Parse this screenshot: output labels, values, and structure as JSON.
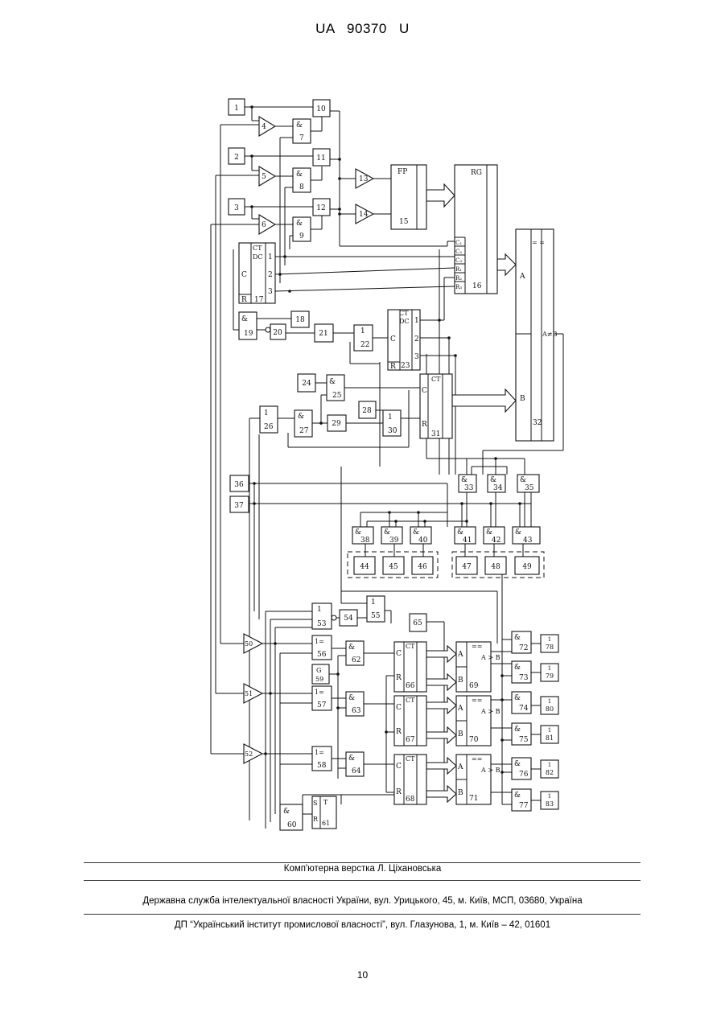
{
  "header": {
    "document_number": "UA   90370   U"
  },
  "diagram": {
    "blocks": {
      "b1": "1",
      "b2": "2",
      "b3": "3",
      "b4": "4",
      "b5": "5",
      "b6": "6",
      "b7_sym": "&",
      "b7": "7",
      "b8_sym": "&",
      "b8": "8",
      "b9_sym": "&",
      "b9": "9",
      "b10": "10",
      "b11": "11",
      "b12": "12",
      "b13": "13",
      "b14": "14",
      "b15_head": "FP",
      "b15": "15",
      "b16_head": "RG",
      "b16": "16",
      "b16_pins": [
        "C₁",
        "C₂",
        "C₃",
        "R₁",
        "R₂",
        "R₃"
      ],
      "b17_head": "CT",
      "b17_sub": "DC",
      "b17_c": "C",
      "b17_r": "R",
      "b17": "17",
      "b17_out": [
        "1",
        "2",
        "3"
      ],
      "b18": "18",
      "b19_sym": "&",
      "b19": "19",
      "b20": "20",
      "b21": "21",
      "b22_sym": "1",
      "b22": "22",
      "b23_head": "CT",
      "b23_sub": "DC",
      "b23_c": "C",
      "b23_r": "R",
      "b23": "23",
      "b23_out": [
        "1",
        "2",
        "3"
      ],
      "b24": "24",
      "b25_sym": "&",
      "b25": "25",
      "b26_sym": "1",
      "b26": "26",
      "b27_sym": "&",
      "b27": "27",
      "b28": "28",
      "b29": "29",
      "b30_sym": "1",
      "b30": "30",
      "b31_head": "CT",
      "b31_c": "C",
      "b31_r": "R",
      "b31": "31",
      "b32_head": "= =",
      "b32_a": "A",
      "b32_b": "B",
      "b32_ne": "A≠B",
      "b32": "32",
      "b33_sym": "&",
      "b33": "33",
      "b34_sym": "&",
      "b34": "34",
      "b35_sym": "&",
      "b35": "35",
      "b36": "36",
      "b37": "37",
      "b38_sym": "&",
      "b38": "38",
      "b39_sym": "&",
      "b39": "39",
      "b40_sym": "&",
      "b40": "40",
      "b41_sym": "&",
      "b41": "41",
      "b42_sym": "&",
      "b42": "42",
      "b43_sym": "&",
      "b43": "43",
      "b44": "44",
      "b45": "45",
      "b46": "46",
      "b47": "47",
      "b48": "48",
      "b49": "49",
      "b50": "50",
      "b51": "51",
      "b52": "52",
      "b53_sym": "1",
      "b53": "53",
      "b54": "54",
      "b55_sym": "1",
      "b55": "55",
      "b56_sym": "1=",
      "b56": "56",
      "b57_sym": "1=",
      "b57": "57",
      "b58_sym": "1=",
      "b58": "58",
      "b59_sym": "G",
      "b59": "59",
      "b60_sym": "&",
      "b60": "60",
      "b61_s": "S",
      "b61_r": "R",
      "b61_t": "T",
      "b61": "61",
      "b62_sym": "&",
      "b62": "62",
      "b63_sym": "&",
      "b63": "63",
      "b64_sym": "&",
      "b64": "64",
      "b65": "65",
      "b66_head": "CT",
      "b66_c": "C",
      "b66_r": "R",
      "b66": "66",
      "b67_head": "CT",
      "b67_c": "C",
      "b67_r": "R",
      "b67": "67",
      "b68_head": "CT",
      "b68_c": "C",
      "b68_r": "R",
      "b68": "68",
      "b69_head": "==",
      "b69_a": "A",
      "b69_b": "B",
      "b69_gt": "A > B",
      "b69": "69",
      "b70_head": "==",
      "b70_a": "A",
      "b70_b": "B",
      "b70_gt": "A > B",
      "b70": "70",
      "b71_head": "==",
      "b71_a": "A",
      "b71_b": "B",
      "b71_gt": "A > B",
      "b71": "71",
      "b72_sym": "&",
      "b72": "72",
      "b73_sym": "&",
      "b73": "73",
      "b74_sym": "&",
      "b74": "74",
      "b75_sym": "&",
      "b75": "75",
      "b76_sym": "&",
      "b76": "76",
      "b77_sym": "&",
      "b77": "77",
      "b78": "78",
      "b79": "79",
      "b80": "80",
      "b81": "81",
      "b82": "82",
      "b83": "83",
      "single_sym": "1"
    }
  },
  "footer": {
    "layout_credit": "Комп'ютерна верстка Л. Ціхановська",
    "office": "Державна служба інтелектуальної власності України, вул. Урицького, 45, м. Київ, МСП, 03680, Україна",
    "institute": "ДП “Український інститут промислової власності”, вул. Глазунова, 1, м. Київ – 42, 01601",
    "page_number": "10"
  }
}
